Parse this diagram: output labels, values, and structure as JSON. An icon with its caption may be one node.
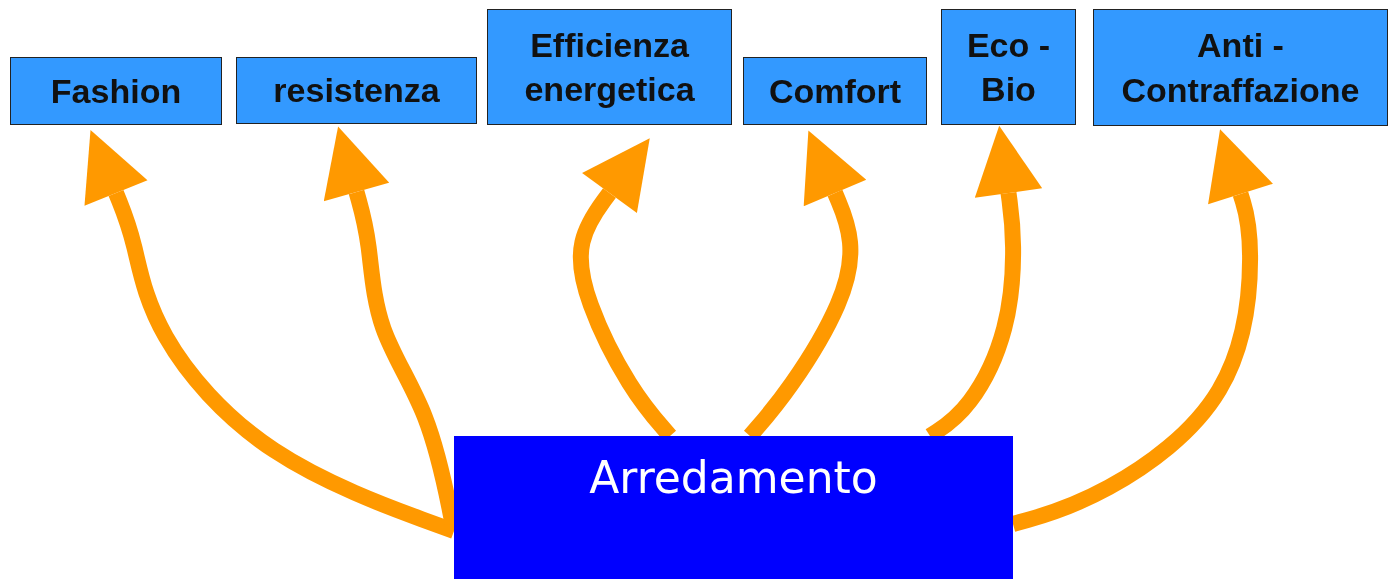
{
  "diagram": {
    "nodes": [
      {
        "text": [
          "Fashion"
        ]
      },
      {
        "text": [
          "resistenza"
        ]
      },
      {
        "text": [
          "Efficienza energetica"
        ]
      },
      {
        "text": [
          "Comfort"
        ]
      },
      {
        "text": [
          "Eco - Bio"
        ]
      },
      {
        "text": [
          "Anti - Contraffazione"
        ]
      },
      {
        "text": [
          "Arredamento"
        ]
      }
    ],
    "edges": [
      {
        "from": 6,
        "to": 0,
        "arrow": "to"
      },
      {
        "from": 6,
        "to": 1,
        "arrow": "to"
      },
      {
        "from": 6,
        "to": 2,
        "arrow": "to"
      },
      {
        "from": 6,
        "to": 3,
        "arrow": "to"
      },
      {
        "from": 6,
        "to": 4,
        "arrow": "to"
      },
      {
        "from": 6,
        "to": 5,
        "arrow": "to"
      }
    ]
  }
}
